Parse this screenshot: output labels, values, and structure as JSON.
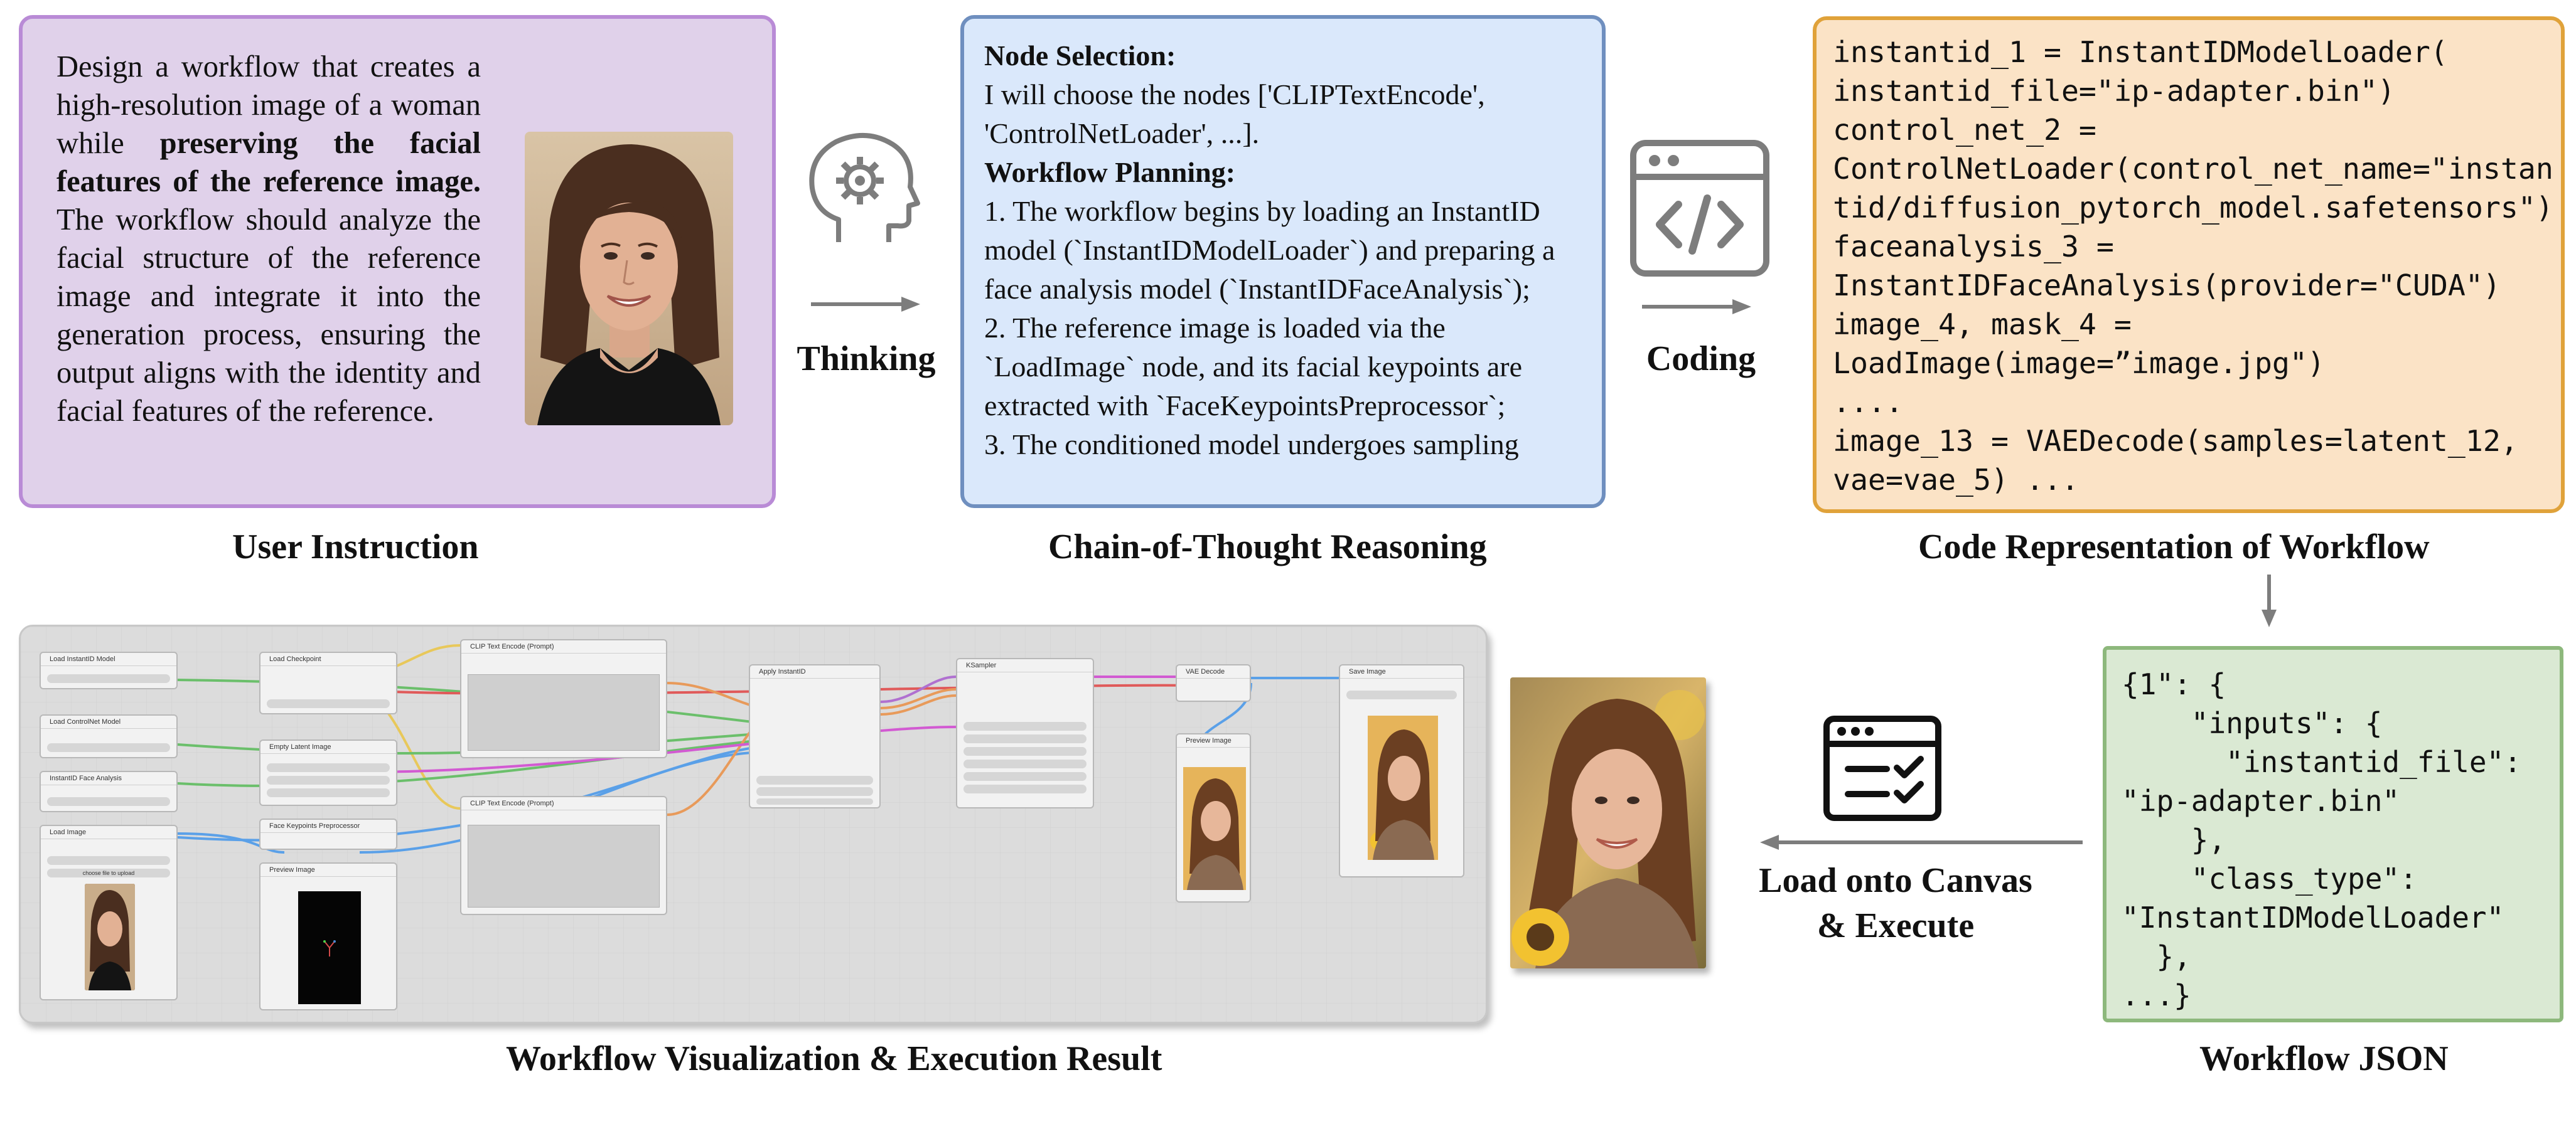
{
  "instruction": {
    "part1": "Design a workflow that creates a high-resolution image of a woman while ",
    "bold": "preserving the facial features of the reference image.",
    "part2": " The workflow should analyze the facial structure of the reference image and integrate it into the generation process, ensuring the output aligns with the identity and facial features of the reference.",
    "caption": "User Instruction"
  },
  "thinking_label": "Thinking",
  "coding_label": "Coding",
  "load_label_line1": "Load onto Canvas",
  "load_label_line2": "& Execute",
  "cot": {
    "heading1": "Node Selection:",
    "line1": "I will choose the nodes ['CLIPTextEncode', 'ControlNetLoader', ...].",
    "heading2": "Workflow Planning:",
    "step1": "1. The workflow begins by loading an InstantID model (`InstantIDModelLoader`) and preparing a face analysis model (`InstantIDFaceAnalysis`);",
    "step2": "2. The reference image is loaded via the `LoadImage` node, and its facial keypoints are extracted with `FaceKeypointsPreprocessor`;",
    "step3": "3. The conditioned model undergoes sampling",
    "caption": "Chain-of-Thought Reasoning"
  },
  "code": {
    "lines": "instantid_1 = InstantIDModelLoader(\ninstantid_file=\"ip-adapter.bin\")\ncontrol_net_2 =\nControlNetLoader(control_net_name=\"instan\ntid/diffusion_pytorch_model.safetensors\")\nfaceanalysis_3 =\nInstantIDFaceAnalysis(provider=\"CUDA\")\nimage_4, mask_4 =\nLoadImage(image=”image.jpg\")\n....\nimage_13 = VAEDecode(samples=latent_12,\nvae=vae_5) ...",
    "caption": "Code Representation of Workflow"
  },
  "json_panel": {
    "lines": "{1\": {\n    \"inputs\": {\n      \"instantid_file\":\n\"ip-adapter.bin\"\n    },\n    \"class_type\":\n\"InstantIDModelLoader\"\n  },\n...}",
    "caption": "Workflow JSON"
  },
  "workflow_caption": "Workflow Visualization & Execution Result",
  "nodes": {
    "instantid_loader": "Load InstantID Model",
    "load_checkpoint": "Load Checkpoint",
    "controlnet_loader": "Load ControlNet Model",
    "face_analysis": "InstantID Face Analysis",
    "load_image": "Load Image",
    "empty_latent": "Empty Latent Image",
    "face_keypoints": "Face Keypoints Preprocessor",
    "preview_image": "Preview Image",
    "clip_pos": "CLIP Text Encode (Prompt)",
    "clip_neg": "CLIP Text Encode (Prompt)",
    "apply_instantid": "Apply InstantID",
    "ksampler": "KSampler",
    "vae_decode": "VAE Decode",
    "save_image": "Save Image",
    "preview_image2": "Preview Image",
    "choose_file": "choose file to upload"
  },
  "colors": {
    "instruction_bg": "#e0d1ea",
    "instruction_border": "#b98bd6",
    "cot_bg": "#dae8fb",
    "cot_border": "#6f8fbf",
    "code_bg": "#fbe3c6",
    "code_border": "#e0a23a",
    "json_bg": "#dae9d3",
    "json_border": "#8db87c"
  },
  "icons": [
    "brain-gear-icon",
    "code-window-icon",
    "checklist-window-icon",
    "arrow-right-icon",
    "arrow-down-icon",
    "arrow-left-icon"
  ]
}
